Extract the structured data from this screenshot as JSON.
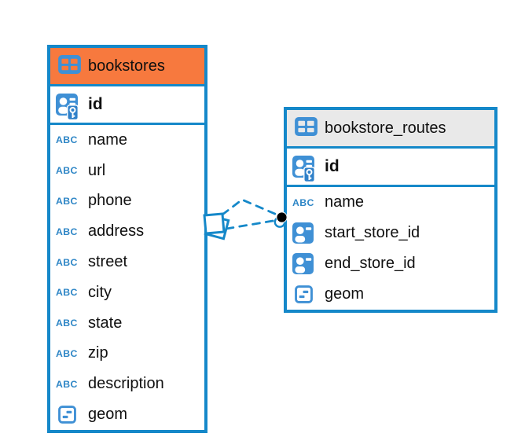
{
  "colors": {
    "accent_blue": "#1588C9",
    "icon_blue": "#3F90D5",
    "abc_icon_blue": "#2E86C6",
    "header_orange": "#F7793E",
    "header_gray": "#E9E9E9",
    "text": "#101010",
    "connector_dot": "#000000"
  },
  "tables": [
    {
      "name": "bookstores",
      "header_color": "#F7793E",
      "primary_key": {
        "label": "id",
        "type": "primary-key"
      },
      "fields": [
        {
          "label": "name",
          "type": "text"
        },
        {
          "label": "url",
          "type": "text"
        },
        {
          "label": "phone",
          "type": "text"
        },
        {
          "label": "address",
          "type": "text"
        },
        {
          "label": "street",
          "type": "text"
        },
        {
          "label": "city",
          "type": "text"
        },
        {
          "label": "state",
          "type": "text"
        },
        {
          "label": "zip",
          "type": "text"
        },
        {
          "label": "description",
          "type": "text"
        },
        {
          "label": "geom",
          "type": "geometry"
        }
      ]
    },
    {
      "name": "bookstore_routes",
      "header_color": "#E9E9E9",
      "primary_key": {
        "label": "id",
        "type": "primary-key"
      },
      "fields": [
        {
          "label": "name",
          "type": "text"
        },
        {
          "label": "start_store_id",
          "type": "foreign-key"
        },
        {
          "label": "end_store_id",
          "type": "foreign-key"
        },
        {
          "label": "geom",
          "type": "geometry"
        }
      ]
    }
  ],
  "connector": {
    "style": "dashed",
    "color": "#1588C9"
  }
}
